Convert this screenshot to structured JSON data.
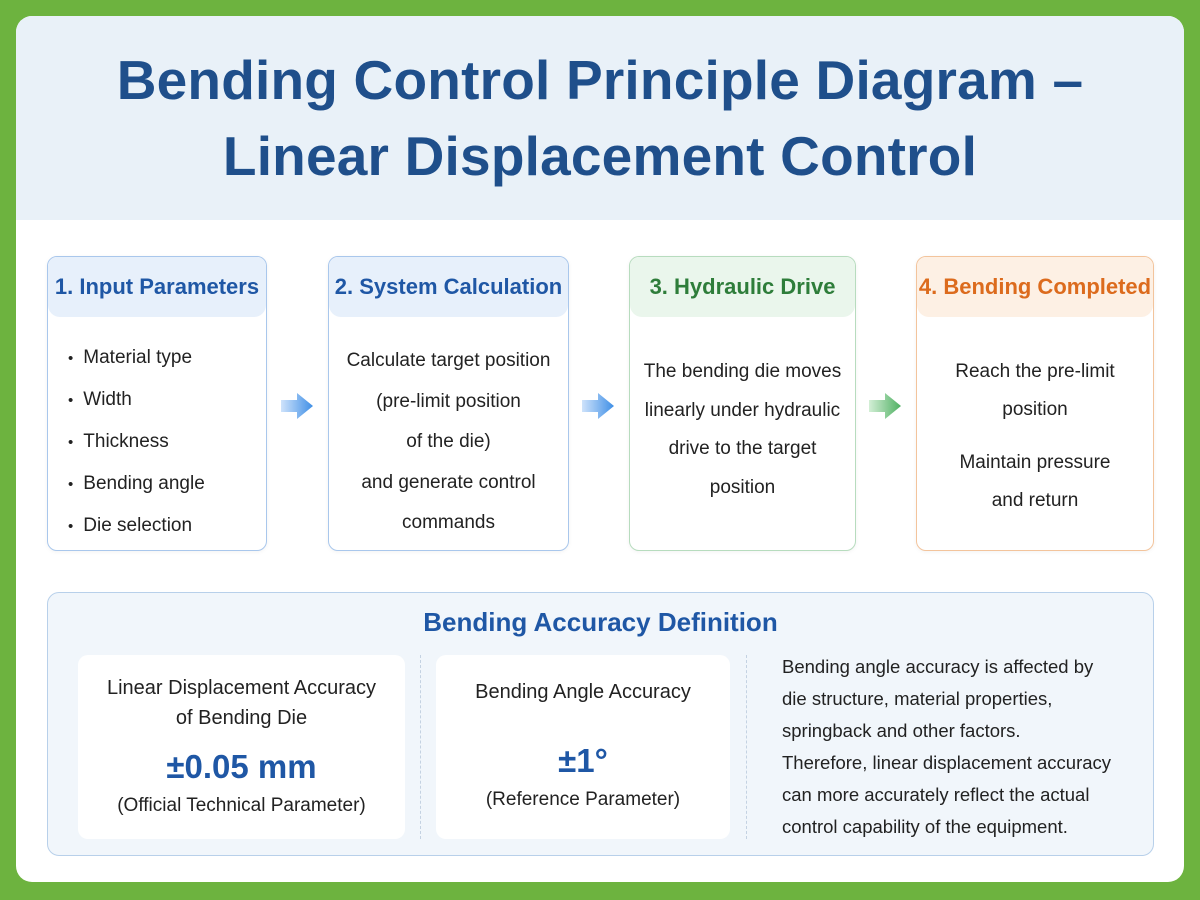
{
  "header": {
    "title_line1": "Bending Control Principle Diagram –",
    "title_line2": "Linear Displacement Control"
  },
  "steps": [
    {
      "title": "1. Input Parameters",
      "items": [
        "Material type",
        "Width",
        "Thickness",
        "Bending angle",
        "Die selection"
      ]
    },
    {
      "title": "2. System Calculation",
      "lines": [
        "Calculate target position",
        "(pre-limit position",
        "of the die)",
        "and generate control",
        "commands"
      ]
    },
    {
      "title": "3. Hydraulic Drive",
      "lines": [
        "The bending die moves",
        "linearly under hydraulic",
        "drive to the target",
        "position"
      ]
    },
    {
      "title": "4. Bending Completed",
      "lines_a": [
        "Reach the pre-limit",
        "position"
      ],
      "lines_b": [
        "Maintain pressure",
        "and return"
      ]
    }
  ],
  "arrows": [
    {
      "color_start": "#cfe3fb",
      "color_end": "#3f8fe6"
    },
    {
      "color_start": "#cfe3fb",
      "color_end": "#3f8fe6"
    },
    {
      "color_start": "#d3efd6",
      "color_end": "#4fb062"
    }
  ],
  "accuracy": {
    "title": "Bending Accuracy Definition",
    "linear": {
      "label_line1": "Linear Displacement Accuracy",
      "label_line2": "of Bending Die",
      "value": "±0.05 mm",
      "note": "(Official Technical Parameter)"
    },
    "angle": {
      "label": "Bending Angle Accuracy",
      "value": "±1°",
      "note": "(Reference Parameter)"
    },
    "description": [
      "Bending angle accuracy is affected by",
      "die structure, material properties,",
      "springback and other factors.",
      "Therefore, linear displacement accuracy",
      "can more accurately reflect the actual",
      "control capability of the equipment."
    ]
  },
  "colors": {
    "frame": "#6db33f",
    "title": "#1f4f8b",
    "blue": "#1f57a5",
    "green": "#2e7d3a",
    "orange": "#dc6b1d"
  }
}
